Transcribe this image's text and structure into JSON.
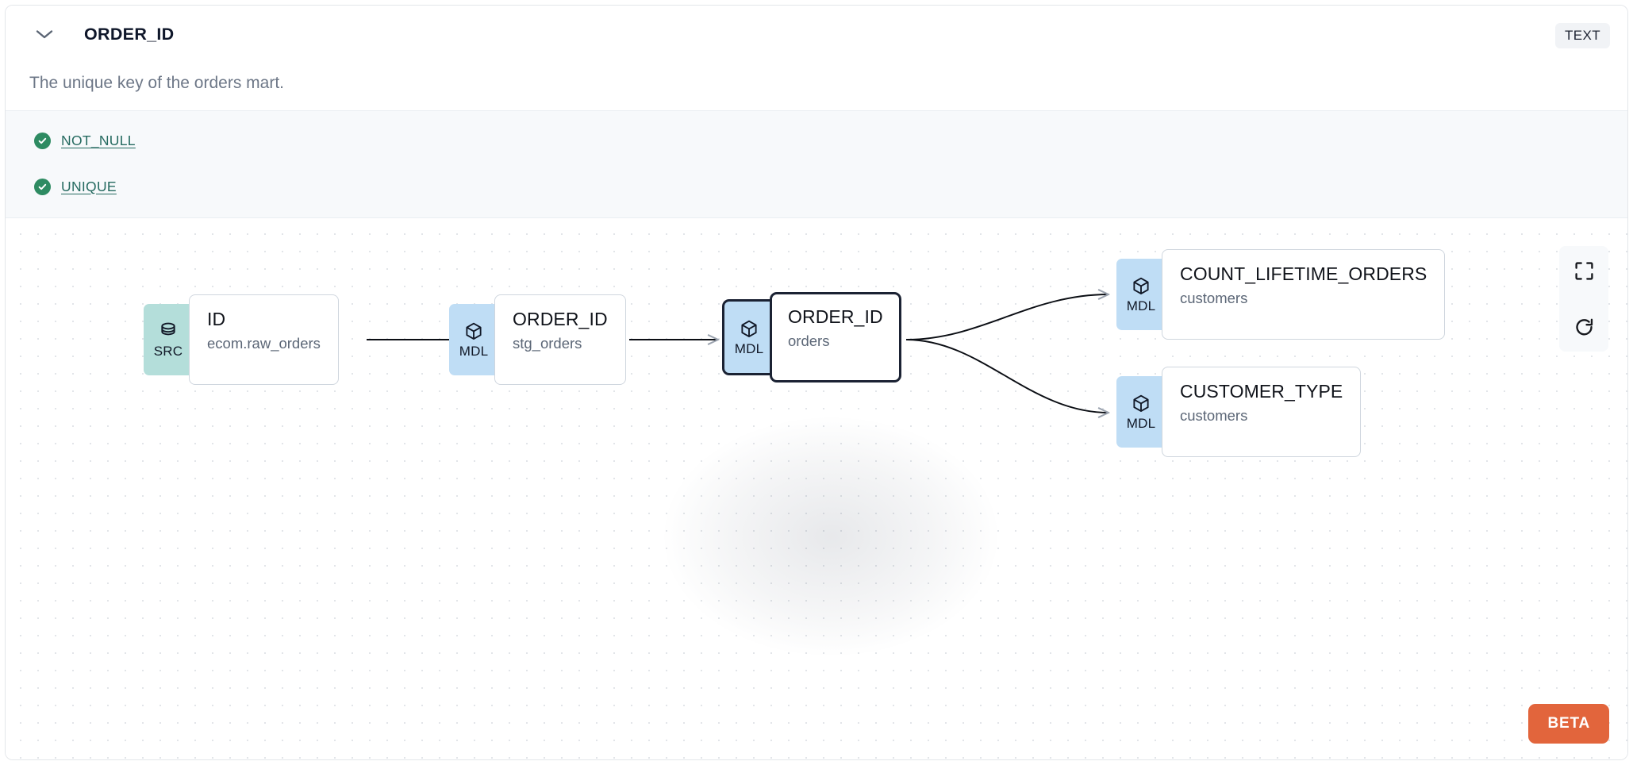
{
  "header": {
    "collapse_icon": "chevron-down-icon",
    "title": "ORDER_ID",
    "type_badge": "TEXT",
    "description": "The unique key of the orders mart."
  },
  "tests": [
    {
      "status_icon": "check-circle-icon",
      "label": "NOT_NULL"
    },
    {
      "status_icon": "check-circle-icon",
      "label": "UNIQUE"
    }
  ],
  "lineage": {
    "nodes": [
      {
        "id": "src-id",
        "badge": "SRC",
        "badge_icon": "database-icon",
        "name": "ID",
        "sub": "ecom.raw_orders",
        "selected": false
      },
      {
        "id": "stg-order-id",
        "badge": "MDL",
        "badge_icon": "cube-icon",
        "name": "ORDER_ID",
        "sub": "stg_orders",
        "selected": false
      },
      {
        "id": "orders-order-id",
        "badge": "MDL",
        "badge_icon": "cube-icon",
        "name": "ORDER_ID",
        "sub": "orders",
        "selected": true
      },
      {
        "id": "count-lifetime",
        "badge": "MDL",
        "badge_icon": "cube-icon",
        "name": "COUNT_LIFETIME_ORDERS",
        "sub": "customers",
        "selected": false
      },
      {
        "id": "customer-type",
        "badge": "MDL",
        "badge_icon": "cube-icon",
        "name": "CUSTOMER_TYPE",
        "sub": "customers",
        "selected": false
      }
    ],
    "controls": [
      {
        "id": "fit-view",
        "icon": "fit-view-icon"
      },
      {
        "id": "refresh",
        "icon": "refresh-icon"
      }
    ],
    "beta_label": "BETA"
  },
  "colors": {
    "src_badge": "#B4DEDA",
    "mdl_badge": "#BFDDF5",
    "test_pass": "#2E8B62",
    "test_link": "#256A60",
    "beta": "#E2653C",
    "selected_border": "#1B2233"
  }
}
